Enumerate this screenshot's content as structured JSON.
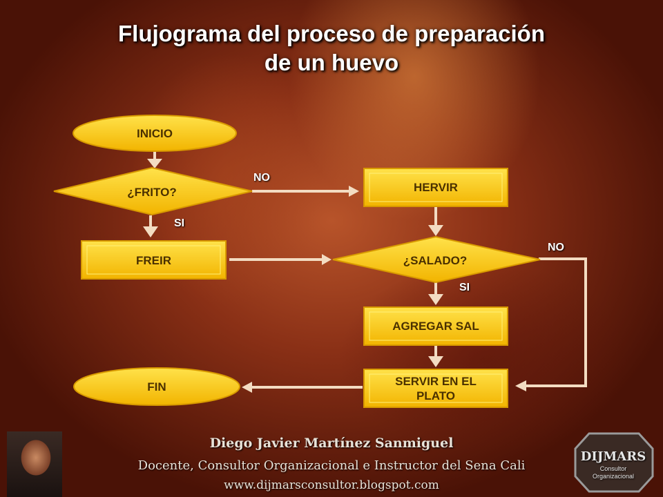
{
  "title": {
    "line1": "Flujograma del proceso de preparación",
    "line2": "de un huevo"
  },
  "nodes": {
    "inicio": "INICIO",
    "frito": "¿FRITO?",
    "hervir": "HERVIR",
    "freir": "FREIR",
    "salado": "¿SALADO?",
    "agregar_sal": "AGREGAR SAL",
    "servir_line1": "SERVIR EN EL",
    "servir_line2": "PLATO",
    "fin": "FIN"
  },
  "edge_labels": {
    "frito_no": "NO",
    "frito_si": "SI",
    "salado_no": "NO",
    "salado_si": "SI"
  },
  "footer": {
    "name": "Diego Javier Martínez Sanmiguel",
    "role": "Docente, Consultor Organizacional  e Instructor del Sena Cali",
    "website": "www.dijmarsconsultor.blogspot.com"
  },
  "logo": {
    "brand": "DIJMARS",
    "line1": "Consultor",
    "line2": "Organizacional"
  },
  "colors": {
    "node_fill": "#f6c21a",
    "node_border": "#d89a00",
    "arrow": "#f3dcc2"
  }
}
